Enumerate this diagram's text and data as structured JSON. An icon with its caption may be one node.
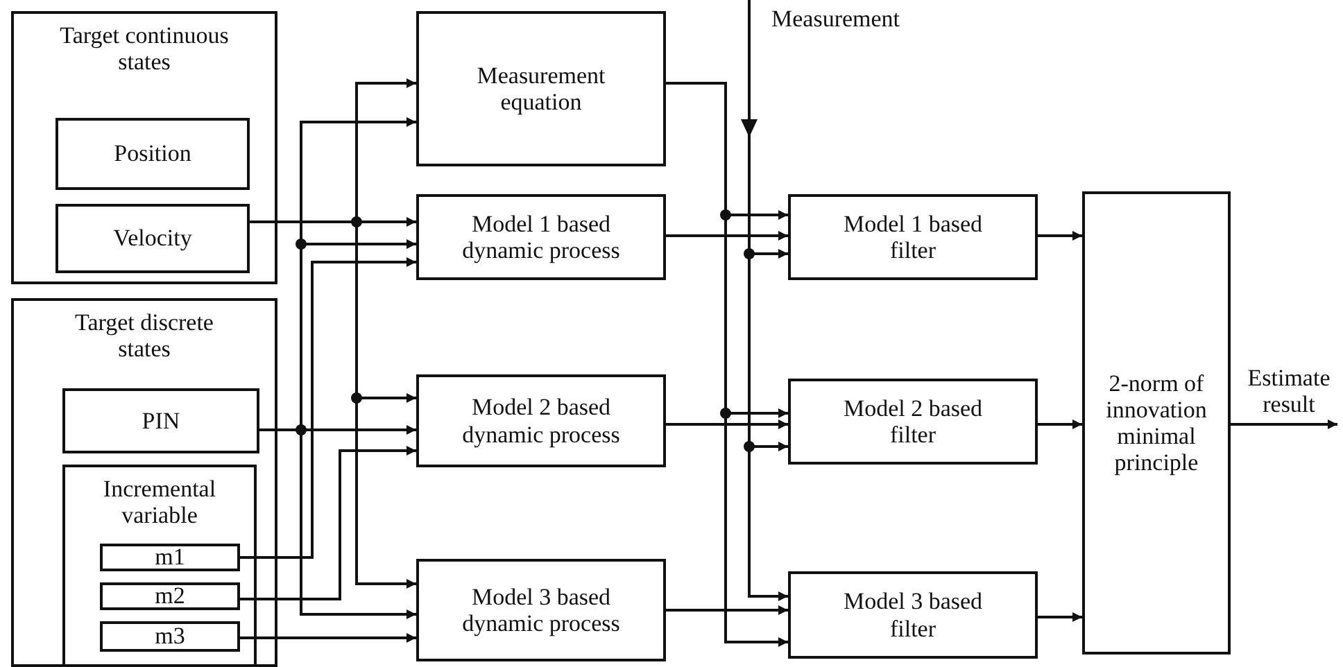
{
  "diagram": {
    "nodes": [
      {
        "text": [
          "Target continuous states"
        ]
      },
      {
        "text": [
          "Position"
        ],
        "in": 0
      },
      {
        "text": [
          "Velocity"
        ],
        "in": 0
      },
      {
        "text": [
          "Target discrete states"
        ]
      },
      {
        "text": [
          "PIN"
        ],
        "in": 3
      },
      {
        "text": [
          "Incremental variable"
        ],
        "in": 3
      },
      {
        "text": [
          "m1"
        ],
        "in": 5
      },
      {
        "text": [
          "m2"
        ],
        "in": 5
      },
      {
        "text": [
          "m3"
        ],
        "in": 5
      },
      {
        "text": [
          "Measurement equation"
        ]
      },
      {
        "text": [
          "Model 1 based dynamic process"
        ]
      },
      {
        "text": [
          "Model 2 based dynamic process"
        ]
      },
      {
        "text": [
          "Model 3 based dynamic process"
        ]
      },
      {
        "text": [
          "Model 1 based filter"
        ]
      },
      {
        "text": [
          "Model 2 based filter"
        ]
      },
      {
        "text": [
          "Model 3 based filter"
        ]
      },
      {
        "text": [
          "2-norm of innovation minimal principle"
        ]
      }
    ],
    "edges": [
      {
        "from": 2,
        "to": 9,
        "arrow": "to"
      },
      {
        "from": 2,
        "to": 10,
        "arrow": "to"
      },
      {
        "from": 2,
        "to": 11,
        "arrow": "to"
      },
      {
        "from": 2,
        "to": 12,
        "arrow": "to"
      },
      {
        "from": 4,
        "to": 9,
        "arrow": "to"
      },
      {
        "from": 4,
        "to": 10,
        "arrow": "to"
      },
      {
        "from": 4,
        "to": 11,
        "arrow": "to"
      },
      {
        "from": 4,
        "to": 12,
        "arrow": "to"
      },
      {
        "from": 6,
        "to": 10,
        "arrow": "to"
      },
      {
        "from": 7,
        "to": 11,
        "arrow": "to"
      },
      {
        "from": 8,
        "to": 12,
        "arrow": "to"
      },
      {
        "from": 9,
        "to": 13,
        "arrow": "to"
      },
      {
        "from": 9,
        "to": 14,
        "arrow": "to"
      },
      {
        "from": 9,
        "to": 15,
        "arrow": "to"
      },
      {
        "from": 10,
        "to": 13,
        "arrow": "to"
      },
      {
        "from": 11,
        "to": 14,
        "arrow": "to"
      },
      {
        "from": 12,
        "to": 15,
        "arrow": "to"
      },
      {
        "from": null,
        "to": 13,
        "arrow": "to"
      },
      {
        "from": null,
        "to": 14,
        "arrow": "to"
      },
      {
        "from": null,
        "to": 15,
        "arrow": "to"
      },
      {
        "from": 13,
        "to": 16,
        "arrow": "to"
      },
      {
        "from": 14,
        "to": 16,
        "arrow": "to"
      },
      {
        "from": 15,
        "to": 16,
        "arrow": "to"
      },
      {
        "from": 16,
        "to": null,
        "label": "Estimate result",
        "arrow": "to"
      }
    ],
    "labels": [
      "Measurement"
    ]
  }
}
